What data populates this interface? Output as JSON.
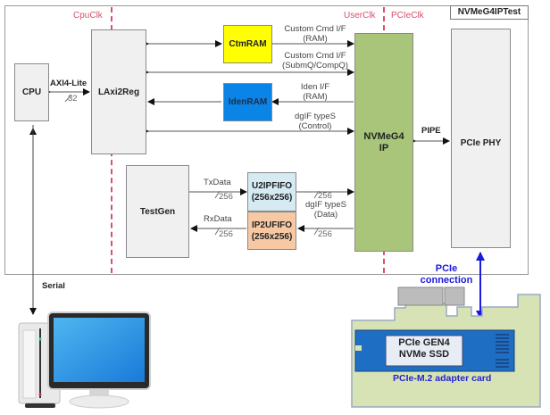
{
  "title": "NVMeG4IPTest",
  "clock_domains": {
    "cpu": "CpuClk",
    "user": "UserClk",
    "pcie": "PCIeClk"
  },
  "blocks": {
    "cpu": "CPU",
    "laxi2reg": "LAxi2Reg",
    "ctmram": "CtmRAM",
    "idenram": "IdenRAM",
    "nvme_ip_line1": "NVMeG4",
    "nvme_ip_line2": "IP",
    "pcie_phy": "PCIe PHY",
    "testgen": "TestGen",
    "u2ipfifo_name": "U2IPFIFO",
    "u2ipfifo_size": "(256x256)",
    "ip2ufifo_name": "IP2UFIFO",
    "ip2ufifo_size": "(256x256)"
  },
  "signals": {
    "axi4lite": "AXI4-Lite",
    "axi4lite_width": "32",
    "custom_cmd_ram_1": "Custom Cmd I/F",
    "custom_cmd_ram_2": "(RAM)",
    "custom_cmd_subm_1": "Custom Cmd I/F",
    "custom_cmd_subm_2": "(SubmQ/CompQ)",
    "iden_1": "Iden I/F",
    "iden_2": "(RAM)",
    "dgif_ctrl_1": "dgIF typeS",
    "dgif_ctrl_2": "(Control)",
    "pipe": "PIPE",
    "txdata": "TxData",
    "txdata_width": "256",
    "rxdata": "RxData",
    "rxdata_width": "256",
    "tx_to_ip_width": "256",
    "rx_from_ip_width": "256",
    "dgif_data_1": "dgIF typeS",
    "dgif_data_2": "(Data)",
    "serial": "Serial",
    "pcie_conn_1": "PCIe",
    "pcie_conn_2": "connection"
  },
  "hardware": {
    "ssd_line1": "PCIe GEN4",
    "ssd_line2": "NVMe SSD",
    "adapter": "PCIe-M.2 adapter card"
  },
  "colors": {
    "ctmram": "#ffff00",
    "idenram": "#0a84e6",
    "nvme_ip": "#a8c57a",
    "u2ipfifo": "#d5eaf2",
    "ip2ufifo": "#f7c8a4",
    "clock_line": "#d9506a",
    "pcie_blue": "#1a1adc",
    "adapter_card": "#d7e3b5"
  }
}
